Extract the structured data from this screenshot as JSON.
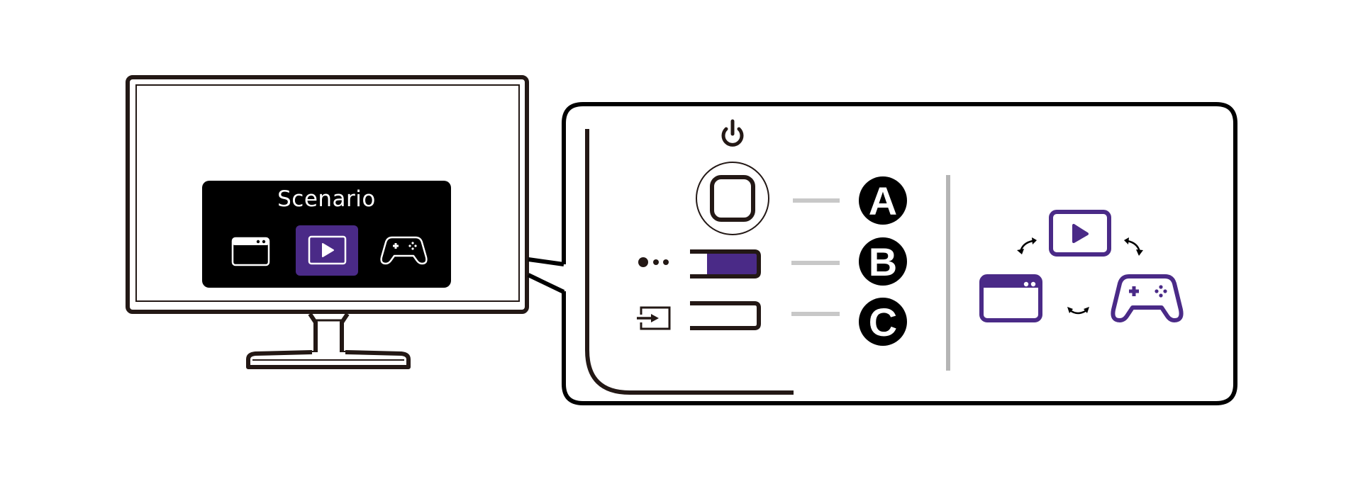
{
  "colors": {
    "stroke": "#231815",
    "accent_purple": "#4a2a87",
    "connector_gray": "#c8c8c8",
    "divider_gray": "#b5b5b5",
    "osd_background": "#000000",
    "badge_background": "#000000",
    "badge_text": "#ffffff"
  },
  "monitor": {
    "osd": {
      "title": "Scenario",
      "modes": [
        {
          "name": "window",
          "icon": "window-icon",
          "selected": false
        },
        {
          "name": "video",
          "icon": "play-video-icon",
          "selected": true
        },
        {
          "name": "game",
          "icon": "gamepad-icon",
          "selected": false
        }
      ]
    }
  },
  "control_panel": {
    "power_icon": "power-icon",
    "buttons": [
      {
        "id": "A",
        "label": "A",
        "control": "center-button",
        "side_icon": null
      },
      {
        "id": "B",
        "label": "B",
        "control": "toggle-button",
        "side_icon": "dots-icon",
        "fill": "purple"
      },
      {
        "id": "C",
        "label": "C",
        "control": "input-button",
        "side_icon": "input-source-icon"
      }
    ]
  },
  "cycle_diagram": {
    "items": [
      {
        "name": "video",
        "icon": "play-video-icon"
      },
      {
        "name": "window",
        "icon": "window-icon"
      },
      {
        "name": "game",
        "icon": "gamepad-icon"
      }
    ],
    "arrows": [
      "window-video-swap-arrow",
      "video-game-swap-arrow",
      "window-game-swap-arrow"
    ]
  }
}
